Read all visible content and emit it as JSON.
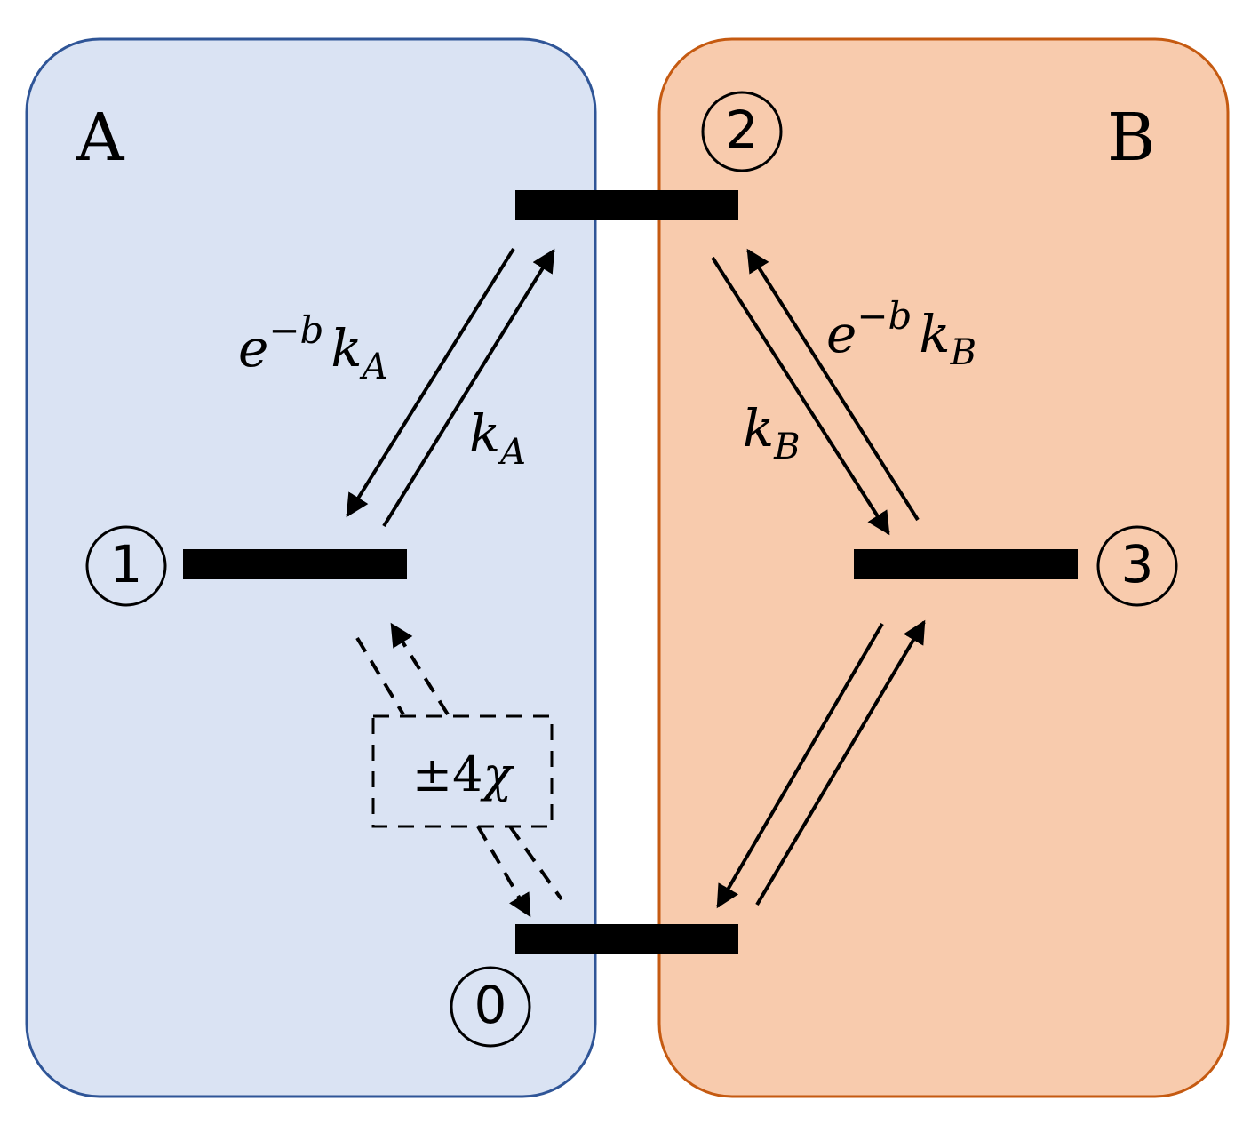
{
  "panels": {
    "A": {
      "label": "A",
      "fill": "#dae3f3",
      "stroke": "#2f5597"
    },
    "B": {
      "label": "B",
      "fill": "#f8cbad",
      "stroke": "#c55a11"
    }
  },
  "states": {
    "s0": "0",
    "s1": "1",
    "s2": "2",
    "s3": "3"
  },
  "rates": {
    "a_back": {
      "base": "e",
      "exp": "−b",
      "k": "k",
      "sub": "A"
    },
    "a_fwd": {
      "k": "k",
      "sub": "A"
    },
    "b_back": {
      "base": "e",
      "exp": "−b",
      "k": "k",
      "sub": "B"
    },
    "b_fwd": {
      "k": "k",
      "sub": "B"
    }
  },
  "chi_box": {
    "sign": "±",
    "value": "4",
    "symbol": "χ"
  }
}
